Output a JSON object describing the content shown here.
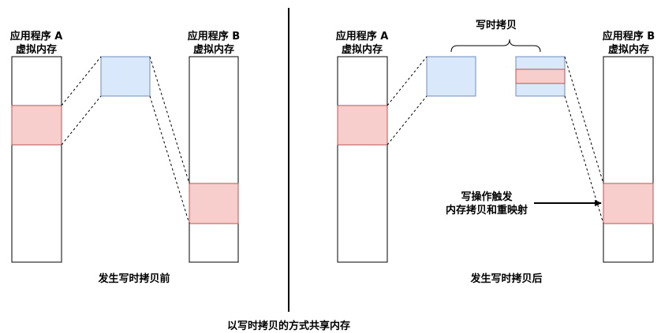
{
  "left_panel": {
    "app_a": {
      "line1": "应用程序 A",
      "line2": "虚拟内存"
    },
    "app_b": {
      "line1": "应用程序 B",
      "line2": "虚拟内存"
    },
    "caption": "发生写时拷贝前"
  },
  "right_panel": {
    "app_a": {
      "line1": "应用程序 A",
      "line2": "虚拟内存"
    },
    "app_b": {
      "line1": "应用程序 B",
      "line2": "虚拟内存"
    },
    "brace_label": "写时拷贝",
    "annotation": {
      "line1": "写操作触发",
      "line2": "内存拷贝和重映射"
    },
    "caption": "发生写时拷贝后"
  },
  "footer": "以写时拷贝的方式共享内存",
  "colors": {
    "page_fill": "#dae8fc",
    "page_stroke": "#6c8ebf",
    "region_fill": "#f8cecc",
    "region_stroke": "#b85450",
    "line": "#000000"
  }
}
